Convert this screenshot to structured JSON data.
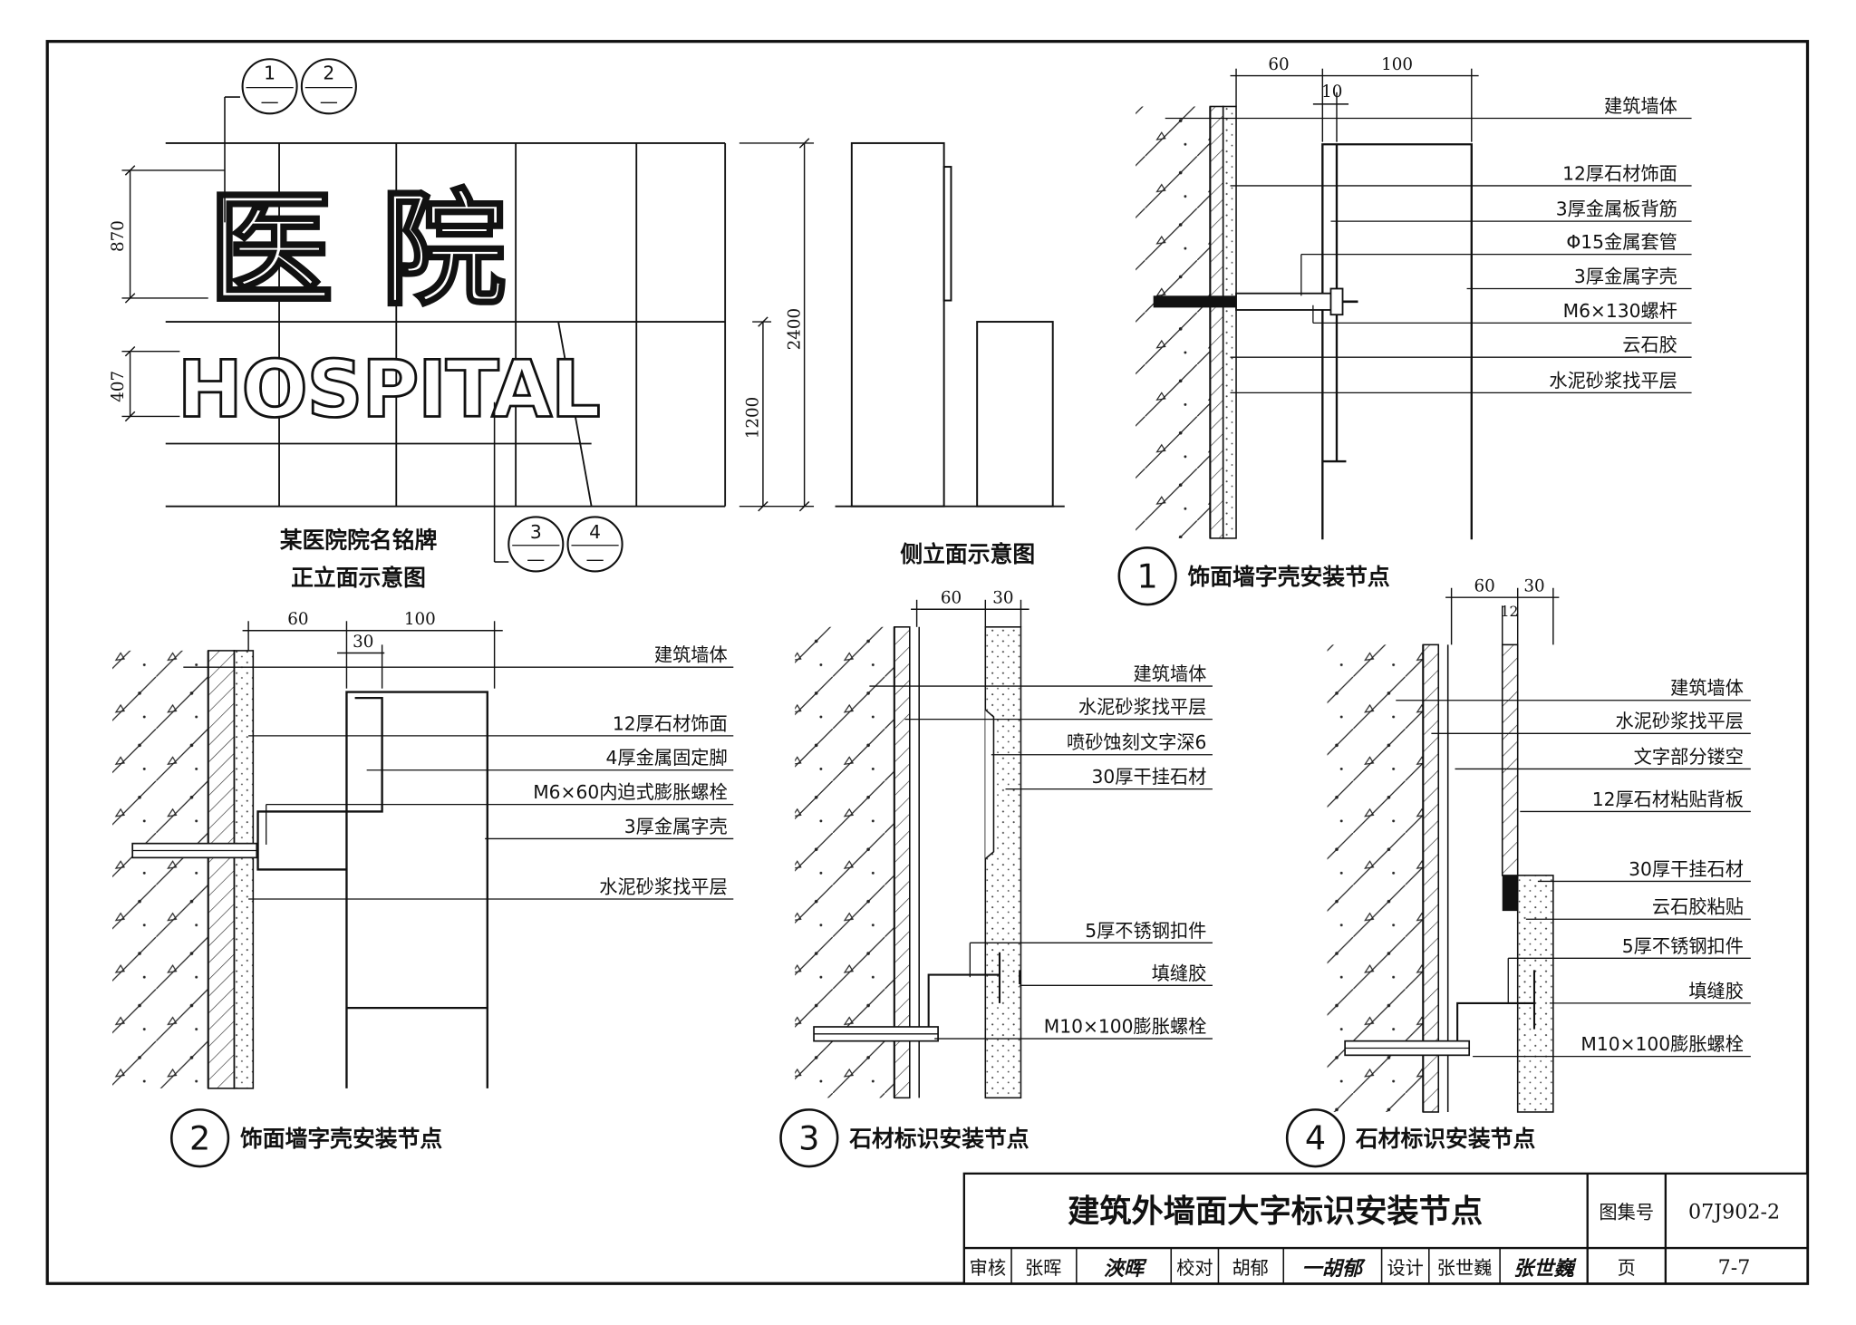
{
  "front_elevation": {
    "chars_cn": "医院",
    "chars_en": "HOSPITAL",
    "caption_line1": "某医院院名铭牌",
    "caption_line2": "正立面示意图",
    "dims": {
      "d870": "870",
      "d407": "407",
      "d2400": "2400",
      "d1200": "1200"
    },
    "refs": [
      {
        "num": "1",
        "sub": "—"
      },
      {
        "num": "2",
        "sub": "—"
      },
      {
        "num": "3",
        "sub": "—"
      },
      {
        "num": "4",
        "sub": "—"
      }
    ]
  },
  "side_elevation": {
    "caption": "侧立面示意图"
  },
  "detail1": {
    "number": "1",
    "title": "饰面墙字壳安装节点",
    "dims": {
      "d60": "60",
      "d100": "100",
      "d10": "10"
    },
    "labels": [
      "建筑墙体",
      "12厚石材饰面",
      "3厚金属板背筋",
      "Φ15金属套管",
      "3厚金属字壳",
      "M6×130螺杆",
      "云石胶",
      "水泥砂浆找平层"
    ]
  },
  "detail2": {
    "number": "2",
    "title": "饰面墙字壳安装节点",
    "dims": {
      "d60": "60",
      "d100": "100",
      "d30": "30"
    },
    "labels": [
      "建筑墙体",
      "12厚石材饰面",
      "4厚金属固定脚",
      "M6×60内迫式膨胀螺栓",
      "3厚金属字壳",
      "水泥砂浆找平层"
    ]
  },
  "detail3": {
    "number": "3",
    "title": "石材标识安装节点",
    "dims": {
      "d60": "60",
      "d30": "30"
    },
    "labels": [
      "建筑墙体",
      "水泥砂浆找平层",
      "喷砂蚀刻文字深6",
      "30厚干挂石材",
      "5厚不锈钢扣件",
      "填缝胶",
      "M10×100膨胀螺栓"
    ]
  },
  "detail4": {
    "number": "4",
    "title": "石材标识安装节点",
    "dims": {
      "d60": "60",
      "d30": "30",
      "d12": "12"
    },
    "labels": [
      "建筑墙体",
      "水泥砂浆找平层",
      "文字部分镂空",
      "12厚石材粘贴背板",
      "30厚干挂石材",
      "云石胶粘贴",
      "5厚不锈钢扣件",
      "填缝胶",
      "M10×100膨胀螺栓"
    ]
  },
  "title_block": {
    "title": "建筑外墙面大字标识安装节点",
    "atlas_label": "图集号",
    "atlas_no": "07J902-2",
    "review_label": "审核",
    "reviewer": "张晖",
    "review_sig": "浹晖",
    "check_label": "校对",
    "checker": "胡郁",
    "check_sig": "一胡郁",
    "design_label": "设计",
    "designer": "张世巍",
    "design_sig": "张世巍",
    "page_label": "页",
    "page_no": "7-7"
  }
}
